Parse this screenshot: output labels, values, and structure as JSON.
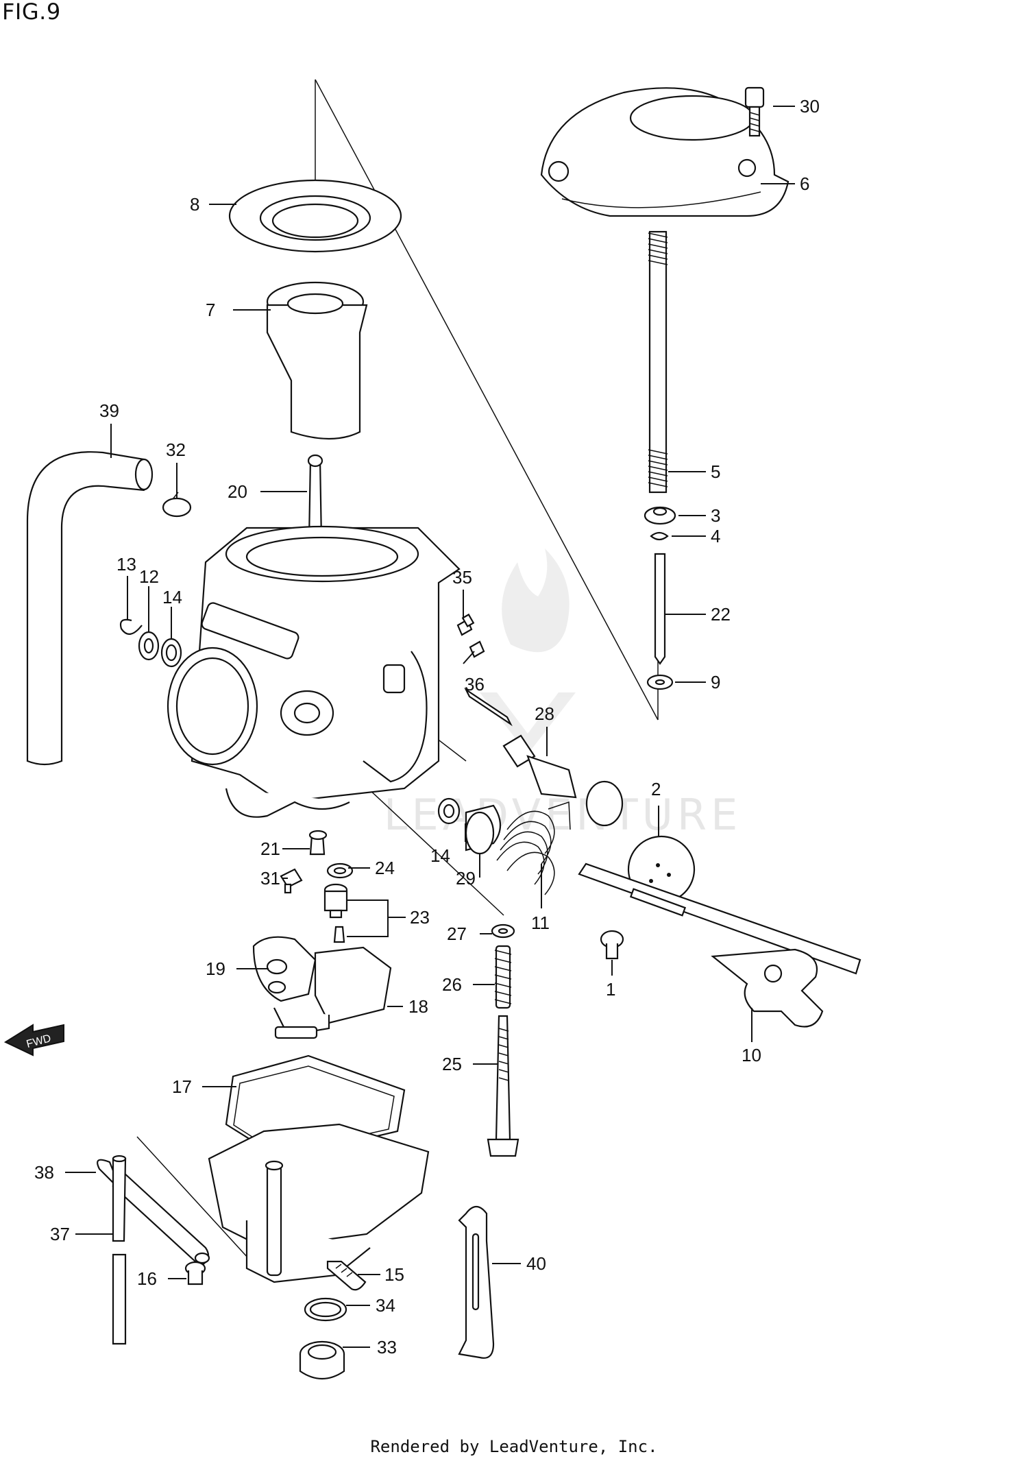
{
  "figure": {
    "title": "FIG.9",
    "footer": "Rendered by LeadVenture, Inc.",
    "watermark": "LEADVENTURE",
    "arrow_label": "FWD"
  },
  "callouts": [
    {
      "id": "c1",
      "label": "1"
    },
    {
      "id": "c2",
      "label": "2"
    },
    {
      "id": "c3",
      "label": "3"
    },
    {
      "id": "c4",
      "label": "4"
    },
    {
      "id": "c5",
      "label": "5"
    },
    {
      "id": "c6",
      "label": "6"
    },
    {
      "id": "c7",
      "label": "7"
    },
    {
      "id": "c8",
      "label": "8"
    },
    {
      "id": "c9",
      "label": "9"
    },
    {
      "id": "c10",
      "label": "10"
    },
    {
      "id": "c11",
      "label": "11"
    },
    {
      "id": "c12",
      "label": "12"
    },
    {
      "id": "c13",
      "label": "13"
    },
    {
      "id": "c14a",
      "label": "14"
    },
    {
      "id": "c14b",
      "label": "14"
    },
    {
      "id": "c15",
      "label": "15"
    },
    {
      "id": "c16",
      "label": "16"
    },
    {
      "id": "c17",
      "label": "17"
    },
    {
      "id": "c18",
      "label": "18"
    },
    {
      "id": "c19",
      "label": "19"
    },
    {
      "id": "c20",
      "label": "20"
    },
    {
      "id": "c21",
      "label": "21"
    },
    {
      "id": "c22",
      "label": "22"
    },
    {
      "id": "c23",
      "label": "23"
    },
    {
      "id": "c24",
      "label": "24"
    },
    {
      "id": "c25",
      "label": "25"
    },
    {
      "id": "c26",
      "label": "26"
    },
    {
      "id": "c27",
      "label": "27"
    },
    {
      "id": "c28",
      "label": "28"
    },
    {
      "id": "c29",
      "label": "29"
    },
    {
      "id": "c30",
      "label": "30"
    },
    {
      "id": "c31",
      "label": "31"
    },
    {
      "id": "c32",
      "label": "32"
    },
    {
      "id": "c33",
      "label": "33"
    },
    {
      "id": "c34",
      "label": "34"
    },
    {
      "id": "c35",
      "label": "35"
    },
    {
      "id": "c36",
      "label": "36"
    },
    {
      "id": "c37",
      "label": "37"
    },
    {
      "id": "c38",
      "label": "38"
    },
    {
      "id": "c39",
      "label": "39"
    },
    {
      "id": "c40",
      "label": "40"
    }
  ]
}
